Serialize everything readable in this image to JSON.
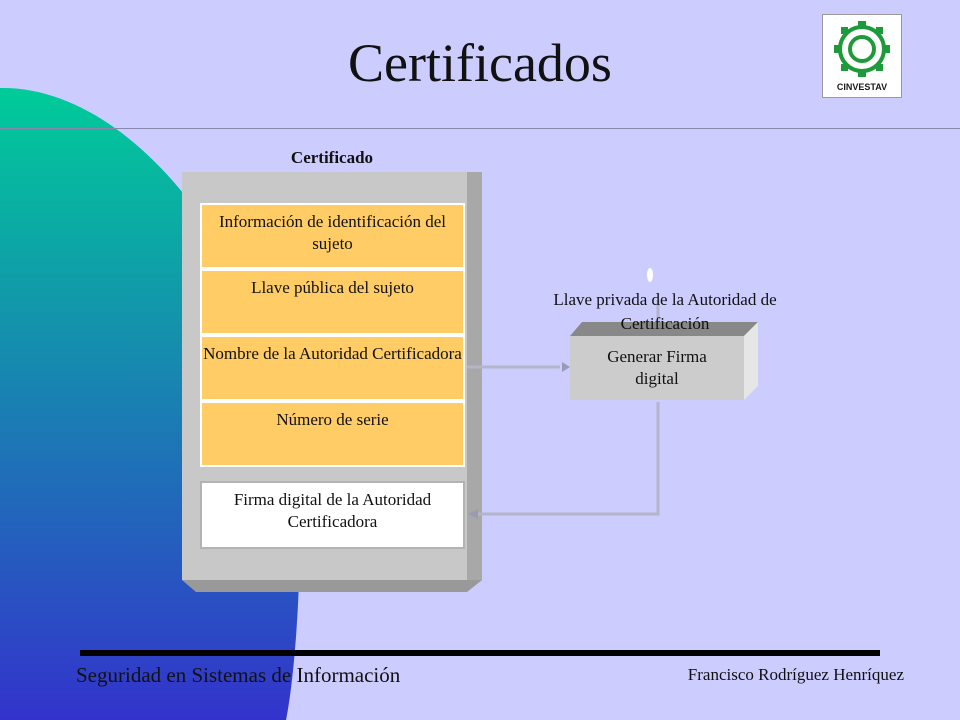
{
  "slide": {
    "title": "Certificados",
    "logo_text": "CINVESTAV"
  },
  "diagram": {
    "certificate_label": "Certificado",
    "fields": [
      "Información de identificación del sujeto",
      "Llave pública del sujeto",
      "Nombre de la Autoridad Certificadora",
      "Número de serie"
    ],
    "signature_field": "Firma digital de la Autoridad Certificadora",
    "private_key_label": "Llave privada de la Autoridad de Certificación",
    "process_box": "Generar Firma digital"
  },
  "footer": {
    "left": "Seguridad en Sistemas de Información",
    "right": "Francisco Rodríguez Henríquez"
  },
  "colors": {
    "background": "#ccccff",
    "field_fill": "#ffcc66",
    "container_gray": "#c8c8c8",
    "gradient_top": "#00cc99",
    "gradient_bottom": "#3333cc"
  }
}
